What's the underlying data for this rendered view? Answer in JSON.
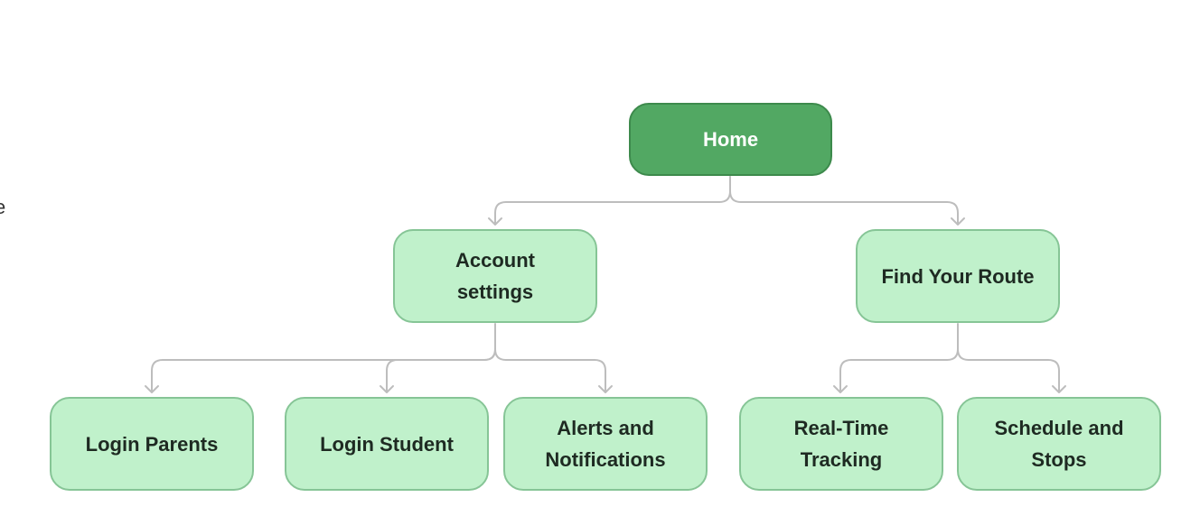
{
  "diagram": {
    "root": {
      "id": "home",
      "label": "Home"
    },
    "level1": [
      {
        "id": "account-settings",
        "label": "Account\nsettings"
      },
      {
        "id": "find-your-route",
        "label": "Find Your Route"
      }
    ],
    "level2": [
      {
        "id": "login-parents",
        "label": "Login Parents",
        "parent": "account-settings"
      },
      {
        "id": "login-student",
        "label": "Login Student",
        "parent": "account-settings"
      },
      {
        "id": "alerts-and-notifications",
        "label": "Alerts and\nNotifications",
        "parent": "account-settings"
      },
      {
        "id": "real-time-tracking",
        "label": "Real-Time\nTracking",
        "parent": "find-your-route"
      },
      {
        "id": "schedule-and-stops",
        "label": "Schedule and\nStops",
        "parent": "find-your-route"
      }
    ],
    "edge_fragment": "e",
    "colors": {
      "root_fill": "#52a863",
      "root_border": "#3d8a4c",
      "child_fill": "#c0f1cb",
      "child_border": "#86c596",
      "connector": "#bdbdbd",
      "text_dark": "#1e2a22",
      "text_light": "#ffffff"
    }
  }
}
